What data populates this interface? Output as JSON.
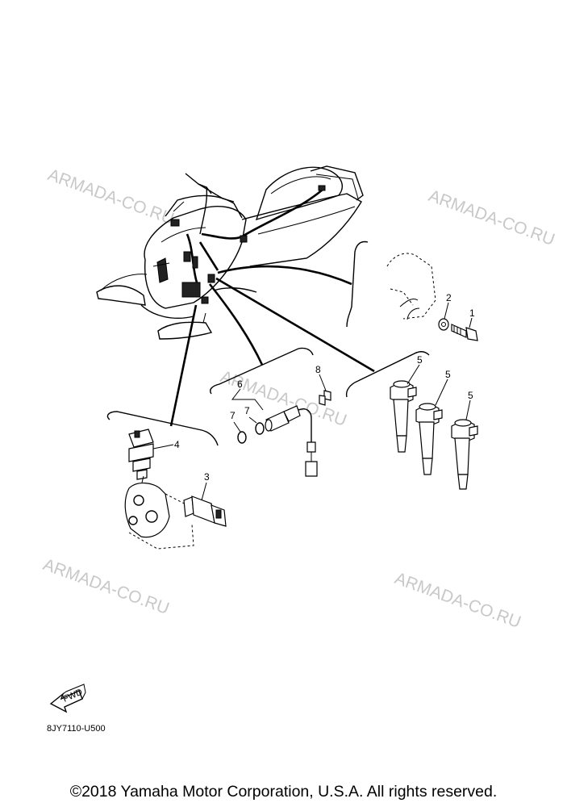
{
  "watermarks": [
    "ARMADA-CO.RU",
    "ARMADA-CO.RU",
    "ARMADA-CO.RU",
    "ARMADA-CO.RU",
    "ARMADA-CO.RU"
  ],
  "callouts": {
    "n1": "1",
    "n2": "2",
    "n3": "3",
    "n4": "4",
    "n5a": "5",
    "n5b": "5",
    "n5c": "5",
    "n6": "6",
    "n7a": "7",
    "n7b": "7",
    "n8": "8"
  },
  "fwd_label": "FWD",
  "diagram_code": "8JY7110-U500",
  "copyright": "©2018 Yamaha Motor Corporation, U.S.A. All rights reserved."
}
